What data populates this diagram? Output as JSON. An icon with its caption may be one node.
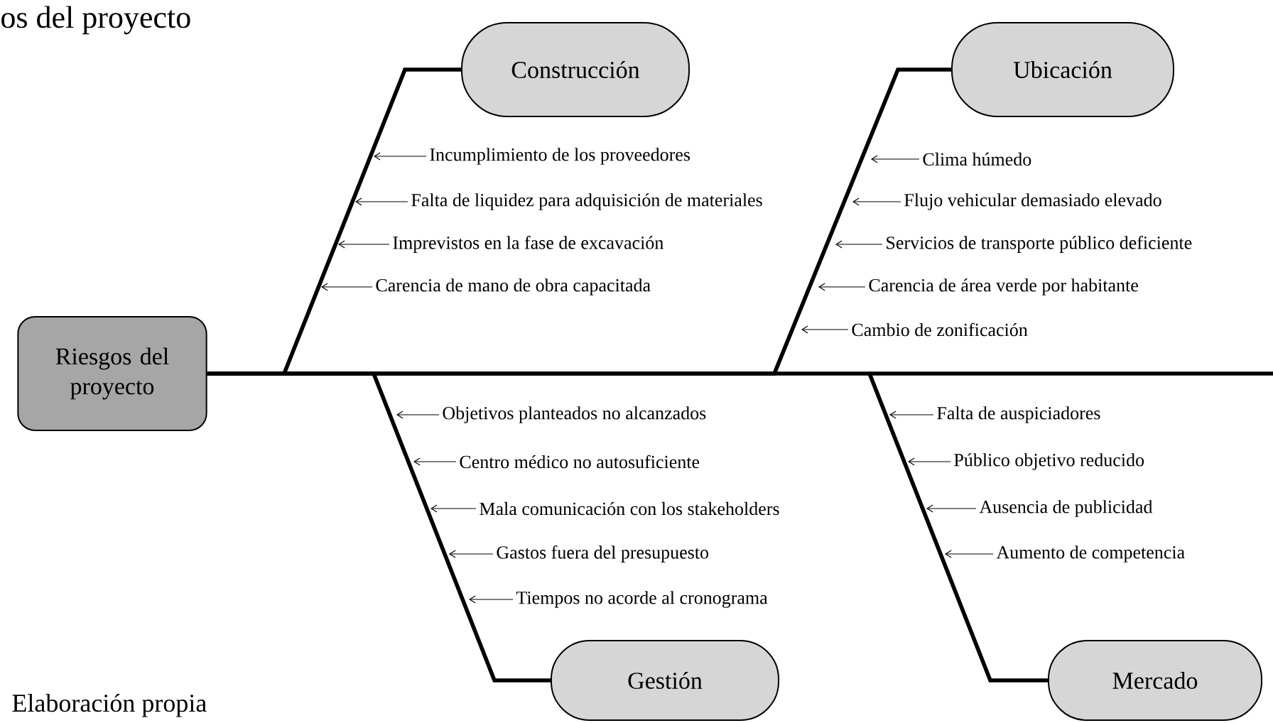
{
  "diagram": {
    "title": "os del proyecto",
    "caption": "Elaboración propia",
    "nodes": [
      {
        "text": [
          "Riesgos del proyecto"
        ]
      },
      {
        "text": [
          "Construcción"
        ]
      },
      {
        "text": [
          "Incumplimiento de los proveedores"
        ]
      },
      {
        "text": [
          "Falta de liquidez para adquisición de materiales"
        ]
      },
      {
        "text": [
          "Imprevistos en la fase de excavación"
        ]
      },
      {
        "text": [
          "Carencia de mano de obra capacitada"
        ]
      },
      {
        "text": [
          "Ubicación"
        ]
      },
      {
        "text": [
          "Clima húmedo"
        ]
      },
      {
        "text": [
          "Flujo vehicular demasiado elevado"
        ]
      },
      {
        "text": [
          "Servicios de transporte público deficiente"
        ]
      },
      {
        "text": [
          "Carencia de área verde por habitante"
        ]
      },
      {
        "text": [
          "Cambio de zonificación"
        ]
      },
      {
        "text": [
          "Gestión"
        ]
      },
      {
        "text": [
          "Objetivos planteados no alcanzados"
        ]
      },
      {
        "text": [
          "Centro médico no autosuficiente"
        ]
      },
      {
        "text": [
          "Mala comunicación con los stakeholders"
        ]
      },
      {
        "text": [
          "Gastos fuera del presupuesto"
        ]
      },
      {
        "text": [
          "Tiempos no acorde al cronograma"
        ]
      },
      {
        "text": [
          "Mercado"
        ]
      },
      {
        "text": [
          "Falta de auspiciadores"
        ]
      },
      {
        "text": [
          "Público objetivo reducido"
        ]
      },
      {
        "text": [
          "Ausencia de publicidad"
        ]
      },
      {
        "text": [
          "Aumento de competencia"
        ]
      }
    ],
    "edges": [
      {
        "from": 1,
        "to": 0,
        "arrow": "none",
        "style": "thick"
      },
      {
        "from": 6,
        "to": 0,
        "arrow": "none",
        "style": "thick"
      },
      {
        "from": 12,
        "to": 0,
        "arrow": "none",
        "style": "thick"
      },
      {
        "from": 18,
        "to": 0,
        "arrow": "none",
        "style": "thick"
      },
      {
        "from": 2,
        "to": null,
        "arrow": "to"
      },
      {
        "from": 3,
        "to": null,
        "arrow": "to"
      },
      {
        "from": 4,
        "to": null,
        "arrow": "to"
      },
      {
        "from": 5,
        "to": null,
        "arrow": "to"
      },
      {
        "from": 7,
        "to": null,
        "arrow": "to"
      },
      {
        "from": 8,
        "to": null,
        "arrow": "to"
      },
      {
        "from": 9,
        "to": null,
        "arrow": "to"
      },
      {
        "from": 10,
        "to": null,
        "arrow": "to"
      },
      {
        "from": 11,
        "to": null,
        "arrow": "to"
      },
      {
        "from": 13,
        "to": null,
        "arrow": "to"
      },
      {
        "from": 14,
        "to": null,
        "arrow": "to"
      },
      {
        "from": 15,
        "to": null,
        "arrow": "to"
      },
      {
        "from": 16,
        "to": null,
        "arrow": "to"
      },
      {
        "from": 17,
        "to": null,
        "arrow": "to"
      },
      {
        "from": 19,
        "to": null,
        "arrow": "to"
      },
      {
        "from": 20,
        "to": null,
        "arrow": "to"
      },
      {
        "from": 21,
        "to": null,
        "arrow": "to"
      },
      {
        "from": 22,
        "to": null,
        "arrow": "to"
      }
    ]
  }
}
